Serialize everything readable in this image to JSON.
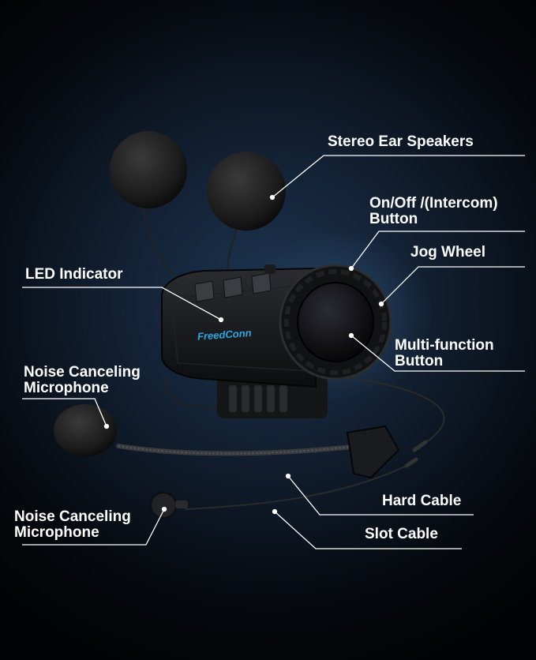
{
  "brand": {
    "logo_text": "FreedConn"
  },
  "callouts": {
    "stereo_ear_speakers": "Stereo Ear Speakers",
    "on_off_line1": "On/Off /(Intercom)",
    "on_off_line2": "Button",
    "jog_wheel": "Jog Wheel",
    "led_indicator": "LED Indicator",
    "multi_function_line1": "Multi-function",
    "multi_function_line2": "Button",
    "noise_mic_top_line1": "Noise Canceling",
    "noise_mic_top_line2": "Microphone",
    "hard_cable": "Hard Cable",
    "noise_mic_bottom_line1": "Noise Canceling",
    "noise_mic_bottom_line2": "Microphone",
    "slot_cable": "Slot Cable"
  },
  "colors": {
    "label": "#ffffff",
    "leader": "#ffffff",
    "logo": "#2aa7e0"
  }
}
